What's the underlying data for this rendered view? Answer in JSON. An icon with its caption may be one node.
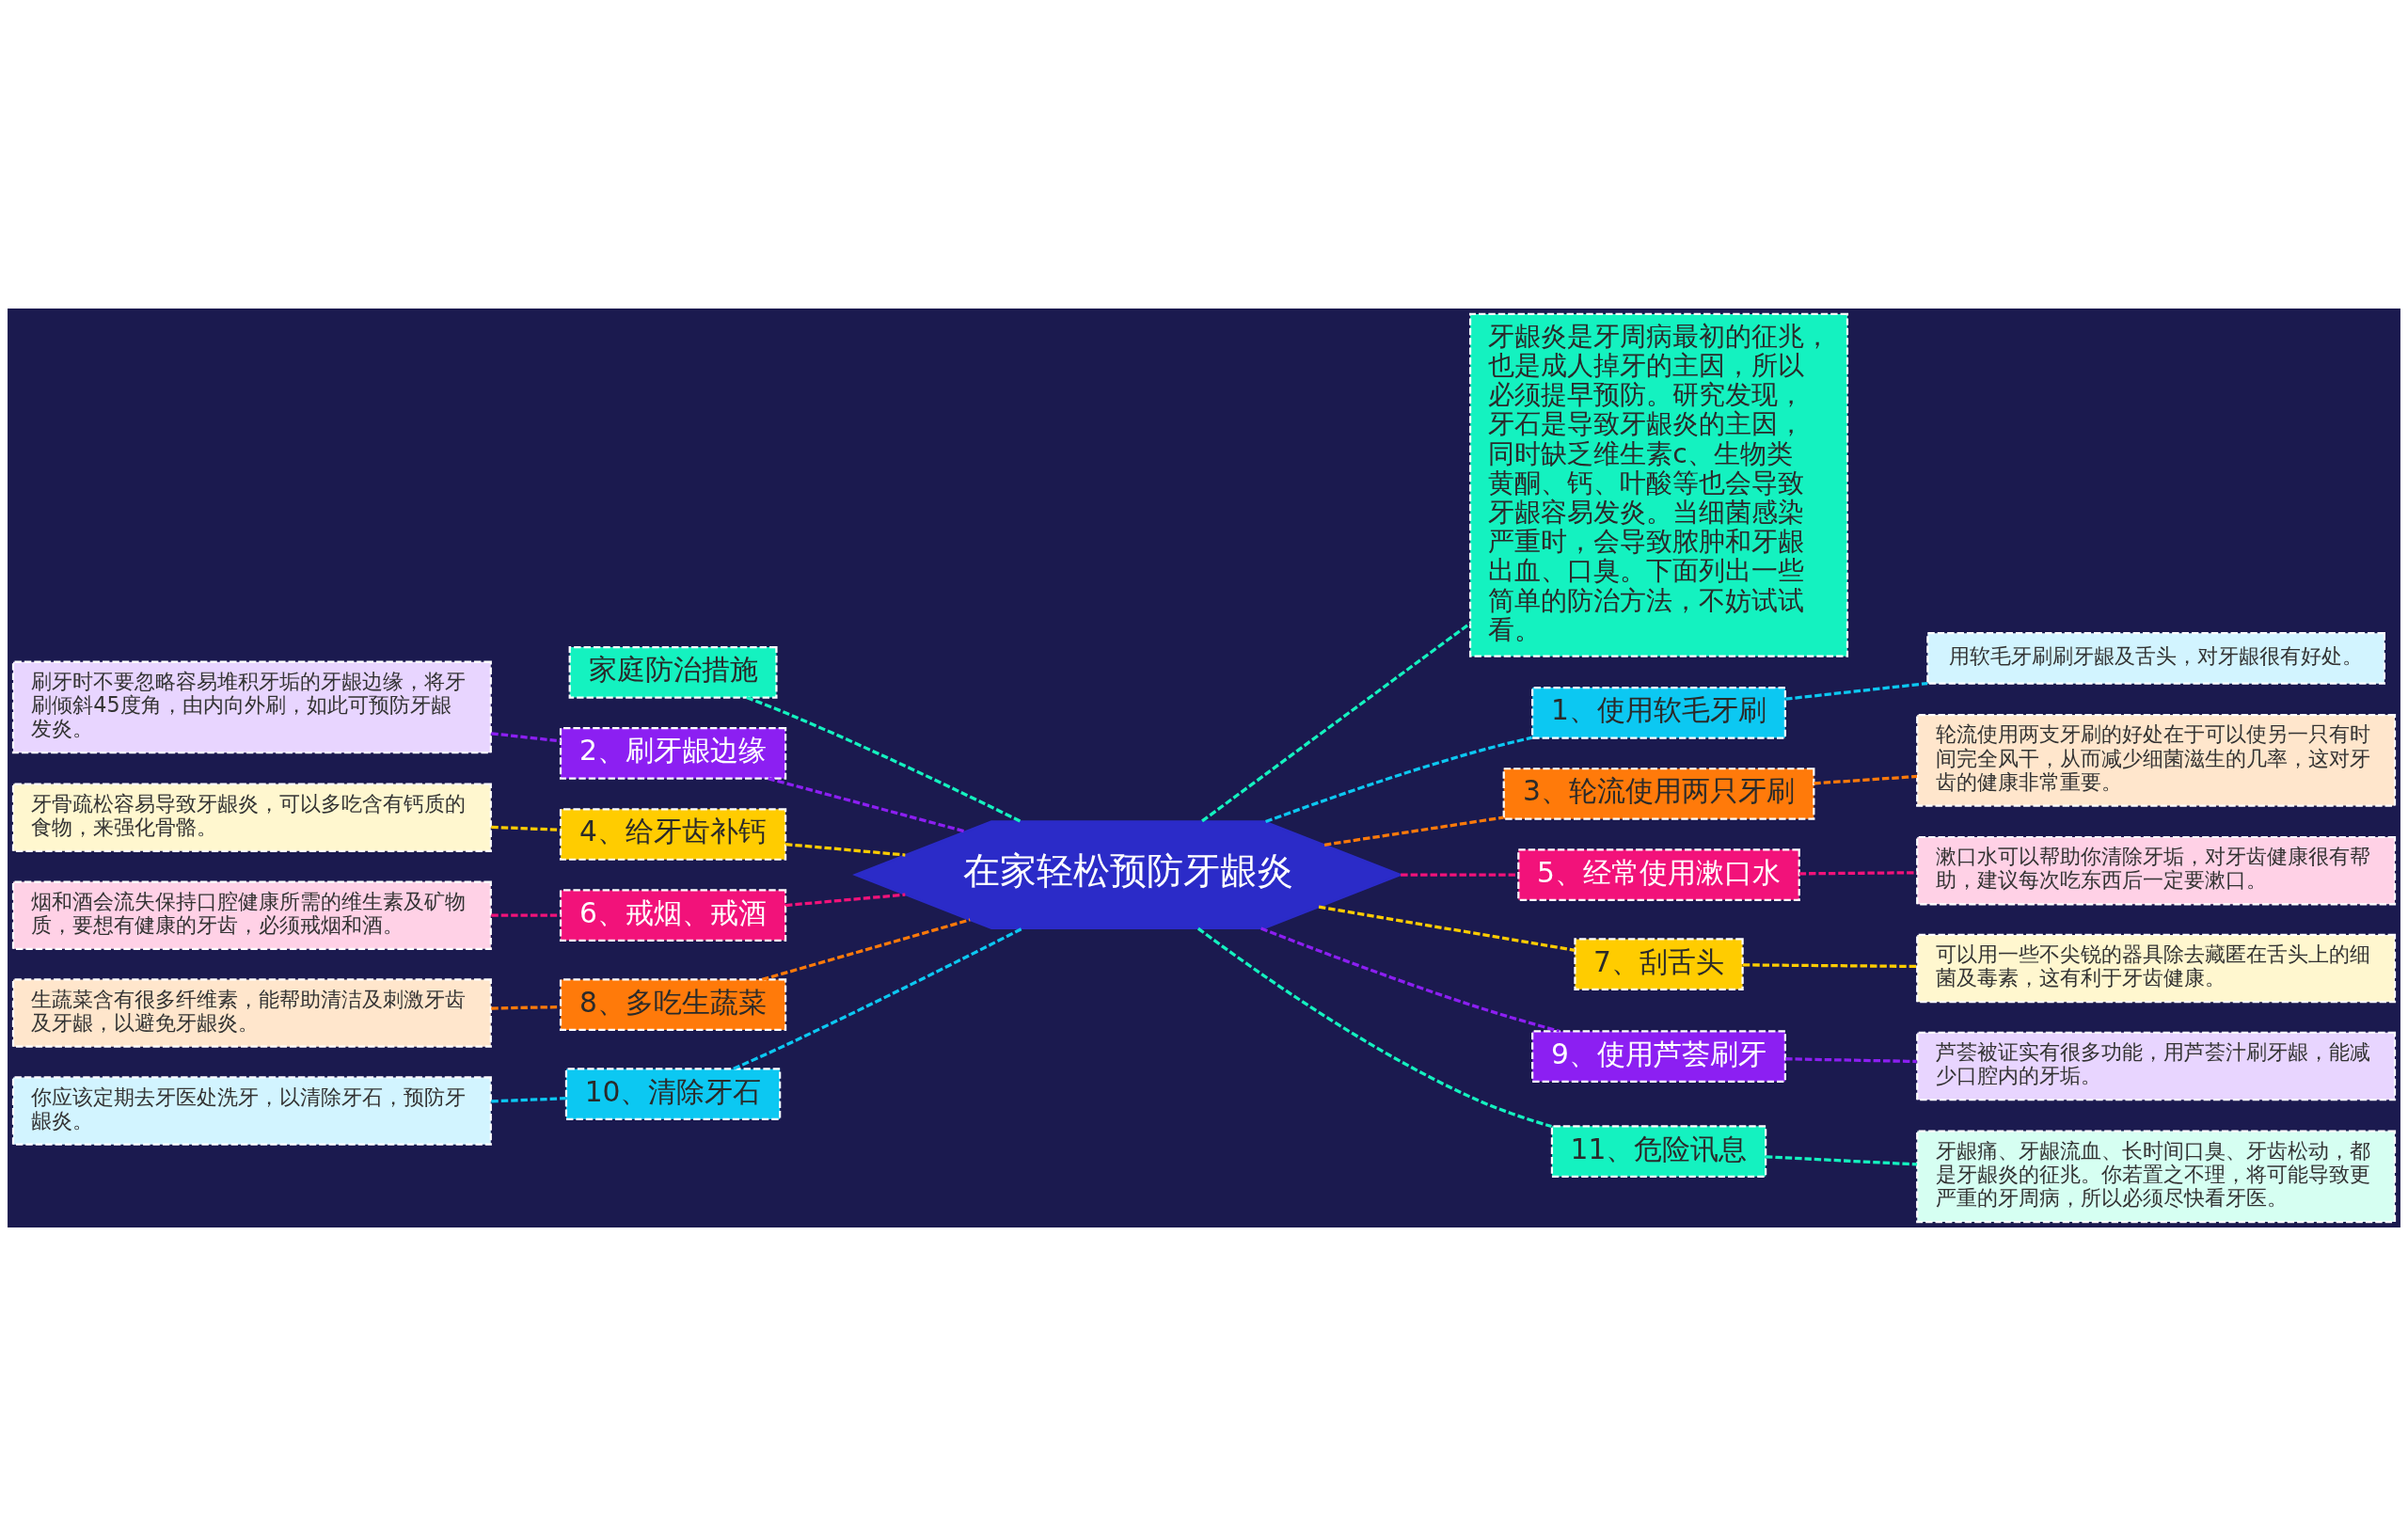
{
  "diagram": {
    "nodes": [
      {
        "text": [
          "在家轻松预防牙龈炎"
        ]
      },
      {
        "text": [
          "牙龈炎是牙周病最初的征兆，也是成人掉牙的主因，所以必须提早预防。研究发现，牙石是导致牙龈炎的主因，同时缺乏维生素c、生物类黄酮、钙、叶酸等也会导致牙龈容易发炎。当细菌感染严重时，会导致脓肿和牙龈出血、口臭。下面列出一些简单的防治方法，不妨试试看。"
        ]
      },
      {
        "text": [
          "家庭防治措施"
        ]
      },
      {
        "text": [
          "1、使用软毛牙刷"
        ]
      },
      {
        "text": [
          "用软毛牙刷刷牙龈及舌头，对牙龈很有好处。"
        ]
      },
      {
        "text": [
          "2、刷牙龈边缘"
        ]
      },
      {
        "text": [
          "刷牙时不要忽略容易堆积牙垢的牙龈边缘，将牙刷倾斜45度角，由内向外刷，如此可预防牙龈发炎。"
        ]
      },
      {
        "text": [
          "3、轮流使用两只牙刷"
        ]
      },
      {
        "text": [
          "轮流使用两支牙刷的好处在于可以使另一只有时间完全风干，从而减少细菌滋生的几率，这对牙齿的健康非常重要。"
        ]
      },
      {
        "text": [
          "4、给牙齿补钙"
        ]
      },
      {
        "text": [
          "牙骨疏松容易导致牙龈炎，可以多吃含有钙质的食物，来强化骨骼。"
        ]
      },
      {
        "text": [
          "5、经常使用漱口水"
        ]
      },
      {
        "text": [
          "漱口水可以帮助你清除牙垢，对牙齿健康很有帮助，建议每次吃东西后一定要漱口。"
        ]
      },
      {
        "text": [
          "6、戒烟、戒酒"
        ]
      },
      {
        "text": [
          "烟和酒会流失保持口腔健康所需的维生素及矿物质，要想有健康的牙齿，必须戒烟和酒。"
        ]
      },
      {
        "text": [
          "7、刮舌头"
        ]
      },
      {
        "text": [
          "可以用一些不尖锐的器具除去藏匿在舌头上的细菌及毒素，这有利于牙齿健康。"
        ]
      },
      {
        "text": [
          "8、多吃生蔬菜"
        ]
      },
      {
        "text": [
          "生蔬菜含有很多纤维素，能帮助清洁及刺激牙齿及牙龈，以避免牙龈炎。"
        ]
      },
      {
        "text": [
          "9、使用芦荟刷牙"
        ]
      },
      {
        "text": [
          "芦荟被证实有很多功能，用芦荟汁刷牙龈，能减少口腔内的牙垢。"
        ]
      },
      {
        "text": [
          "10、清除牙石"
        ]
      },
      {
        "text": [
          "你应该定期去牙医处洗牙，以清除牙石，预防牙龈炎。"
        ]
      },
      {
        "text": [
          "11、危险讯息"
        ]
      },
      {
        "text": [
          "牙龈痛、牙龈流血、长时间口臭、牙齿松动，都是牙龈炎的征兆。你若置之不理，将可能导致更严重的牙周病，所以必须尽快看牙医。"
        ]
      }
    ],
    "edges": [
      {
        "from": 0,
        "to": 1,
        "arrow": "none",
        "style": "dashed",
        "color": "#14f2c0"
      },
      {
        "from": 0,
        "to": 2,
        "arrow": "none",
        "style": "dashed",
        "color": "#14f2c0"
      },
      {
        "from": 0,
        "to": 3,
        "arrow": "none",
        "style": "dashed",
        "color": "#0cc8f2"
      },
      {
        "from": 3,
        "to": 4,
        "arrow": "none",
        "style": "dashed",
        "color": "#0cc8f2"
      },
      {
        "from": 0,
        "to": 5,
        "arrow": "none",
        "style": "dashed",
        "color": "#8c1ff2"
      },
      {
        "from": 5,
        "to": 6,
        "arrow": "none",
        "style": "dashed",
        "color": "#8c1ff2"
      },
      {
        "from": 0,
        "to": 7,
        "arrow": "none",
        "style": "dashed",
        "color": "#ff7a0a"
      },
      {
        "from": 7,
        "to": 8,
        "arrow": "none",
        "style": "dashed",
        "color": "#ff7a0a"
      },
      {
        "from": 0,
        "to": 9,
        "arrow": "none",
        "style": "dashed",
        "color": "#ffcc00"
      },
      {
        "from": 9,
        "to": 10,
        "arrow": "none",
        "style": "dashed",
        "color": "#ffcc00"
      },
      {
        "from": 0,
        "to": 11,
        "arrow": "none",
        "style": "dashed",
        "color": "#f2127a"
      },
      {
        "from": 11,
        "to": 12,
        "arrow": "none",
        "style": "dashed",
        "color": "#f2127a"
      },
      {
        "from": 0,
        "to": 13,
        "arrow": "none",
        "style": "dashed",
        "color": "#f2127a"
      },
      {
        "from": 13,
        "to": 14,
        "arrow": "none",
        "style": "dashed",
        "color": "#f2127a"
      },
      {
        "from": 0,
        "to": 15,
        "arrow": "none",
        "style": "dashed",
        "color": "#ffcc00"
      },
      {
        "from": 15,
        "to": 16,
        "arrow": "none",
        "style": "dashed",
        "color": "#ffcc00"
      },
      {
        "from": 0,
        "to": 17,
        "arrow": "none",
        "style": "dashed",
        "color": "#ff7a0a"
      },
      {
        "from": 17,
        "to": 18,
        "arrow": "none",
        "style": "dashed",
        "color": "#ff7a0a"
      },
      {
        "from": 0,
        "to": 19,
        "arrow": "none",
        "style": "dashed",
        "color": "#8c1ff2"
      },
      {
        "from": 19,
        "to": 20,
        "arrow": "none",
        "style": "dashed",
        "color": "#8c1ff2"
      },
      {
        "from": 0,
        "to": 21,
        "arrow": "none",
        "style": "dashed",
        "color": "#0cc8f2"
      },
      {
        "from": 21,
        "to": 22,
        "arrow": "none",
        "style": "dashed",
        "color": "#0cc8f2"
      },
      {
        "from": 0,
        "to": 23,
        "arrow": "none",
        "style": "dashed",
        "color": "#14f2c0"
      },
      {
        "from": 23,
        "to": 24,
        "arrow": "none",
        "style": "dashed",
        "color": "#14f2c0"
      }
    ]
  }
}
